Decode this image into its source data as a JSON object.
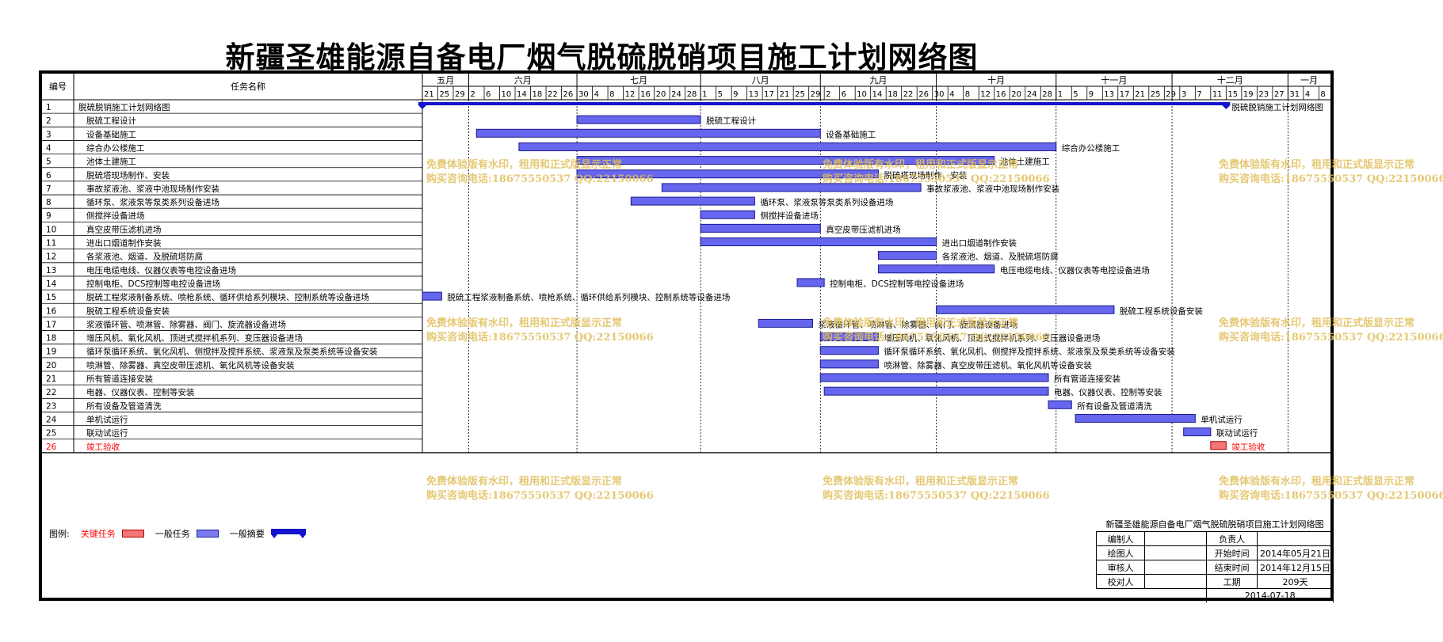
{
  "title": "新疆圣雄能源自备电厂烟气脱硫脱硝项目施工计划网络图",
  "colors": {
    "bar": "#6666ee",
    "bar_border": "#1a1a8c",
    "critical": "#f37676",
    "critical_text": "#ff0000",
    "summary": "#1414cc",
    "watermark": "#e1be5a"
  },
  "table_header": {
    "id_col": "编号",
    "name_col": "任务名称"
  },
  "chart_data": {
    "type": "gantt",
    "timeline_start": "2014-05-21",
    "timeline_end": "2015-01-11",
    "months": [
      {
        "label": "五月",
        "start": "2014-05-21"
      },
      {
        "label": "六月",
        "start": "2014-06-02"
      },
      {
        "label": "七月",
        "start": "2014-06-30"
      },
      {
        "label": "八月",
        "start": "2014-08-01"
      },
      {
        "label": "九月",
        "start": "2014-09-01"
      },
      {
        "label": "十月",
        "start": "2014-10-01"
      },
      {
        "label": "十一月",
        "start": "2014-11-01"
      },
      {
        "label": "十二月",
        "start": "2014-12-01"
      },
      {
        "label": "一月",
        "start": "2014-12-31"
      }
    ],
    "ticks": [
      {
        "label": "21",
        "date": "2014-05-21"
      },
      {
        "label": "25",
        "date": "2014-05-25"
      },
      {
        "label": "29",
        "date": "2014-05-29"
      },
      {
        "label": "2",
        "date": "2014-06-02"
      },
      {
        "label": "6",
        "date": "2014-06-06"
      },
      {
        "label": "10",
        "date": "2014-06-10"
      },
      {
        "label": "14",
        "date": "2014-06-14"
      },
      {
        "label": "18",
        "date": "2014-06-18"
      },
      {
        "label": "22",
        "date": "2014-06-22"
      },
      {
        "label": "26",
        "date": "2014-06-26"
      },
      {
        "label": "30",
        "date": "2014-06-30"
      },
      {
        "label": "4",
        "date": "2014-07-04"
      },
      {
        "label": "8",
        "date": "2014-07-08"
      },
      {
        "label": "12",
        "date": "2014-07-12"
      },
      {
        "label": "16",
        "date": "2014-07-16"
      },
      {
        "label": "20",
        "date": "2014-07-20"
      },
      {
        "label": "24",
        "date": "2014-07-24"
      },
      {
        "label": "28",
        "date": "2014-07-28"
      },
      {
        "label": "1",
        "date": "2014-08-01"
      },
      {
        "label": "5",
        "date": "2014-08-05"
      },
      {
        "label": "9",
        "date": "2014-08-09"
      },
      {
        "label": "13",
        "date": "2014-08-13"
      },
      {
        "label": "17",
        "date": "2014-08-17"
      },
      {
        "label": "21",
        "date": "2014-08-21"
      },
      {
        "label": "25",
        "date": "2014-08-25"
      },
      {
        "label": "29",
        "date": "2014-08-29"
      },
      {
        "label": "2",
        "date": "2014-09-02"
      },
      {
        "label": "6",
        "date": "2014-09-06"
      },
      {
        "label": "10",
        "date": "2014-09-10"
      },
      {
        "label": "14",
        "date": "2014-09-14"
      },
      {
        "label": "18",
        "date": "2014-09-18"
      },
      {
        "label": "22",
        "date": "2014-09-22"
      },
      {
        "label": "26",
        "date": "2014-09-26"
      },
      {
        "label": "30",
        "date": "2014-09-30"
      },
      {
        "label": "4",
        "date": "2014-10-04"
      },
      {
        "label": "8",
        "date": "2014-10-08"
      },
      {
        "label": "12",
        "date": "2014-10-12"
      },
      {
        "label": "16",
        "date": "2014-10-16"
      },
      {
        "label": "20",
        "date": "2014-10-20"
      },
      {
        "label": "24",
        "date": "2014-10-24"
      },
      {
        "label": "28",
        "date": "2014-10-28"
      },
      {
        "label": "1",
        "date": "2014-11-01"
      },
      {
        "label": "5",
        "date": "2014-11-05"
      },
      {
        "label": "9",
        "date": "2014-11-09"
      },
      {
        "label": "13",
        "date": "2014-11-13"
      },
      {
        "label": "17",
        "date": "2014-11-17"
      },
      {
        "label": "21",
        "date": "2014-11-21"
      },
      {
        "label": "25",
        "date": "2014-11-25"
      },
      {
        "label": "29",
        "date": "2014-11-29"
      },
      {
        "label": "3",
        "date": "2014-12-03"
      },
      {
        "label": "7",
        "date": "2014-12-07"
      },
      {
        "label": "11",
        "date": "2014-12-11"
      },
      {
        "label": "15",
        "date": "2014-12-15"
      },
      {
        "label": "19",
        "date": "2014-12-19"
      },
      {
        "label": "23",
        "date": "2014-12-23"
      },
      {
        "label": "27",
        "date": "2014-12-27"
      },
      {
        "label": "31",
        "date": "2014-12-31"
      },
      {
        "label": "4",
        "date": "2015-01-04"
      },
      {
        "label": "8",
        "date": "2015-01-08"
      }
    ],
    "gridlines": [
      "2014-06-02",
      "2014-06-30",
      "2014-08-01",
      "2014-09-01",
      "2014-10-01",
      "2014-11-01",
      "2014-12-01",
      "2014-12-31"
    ],
    "tasks": [
      {
        "id": "1",
        "name": "脱硫脱销施工计划网络图",
        "start": "2014-05-21",
        "end": "2014-12-15",
        "kind": "summary",
        "label": "脱硫脱销施工计划网络图"
      },
      {
        "id": "2",
        "name": "脱硫工程设计",
        "start": "2014-06-30",
        "end": "2014-08-01",
        "kind": "normal",
        "label": "脱硫工程设计"
      },
      {
        "id": "3",
        "name": "设备基础施工",
        "start": "2014-06-04",
        "end": "2014-09-01",
        "kind": "normal",
        "label": "设备基础施工"
      },
      {
        "id": "4",
        "name": "综合办公楼施工",
        "start": "2014-06-15",
        "end": "2014-11-01",
        "kind": "normal",
        "label": "综合办公楼施工"
      },
      {
        "id": "5",
        "name": "池体土建施工",
        "start": "2014-06-30",
        "end": "2014-10-16",
        "kind": "normal",
        "label": "池体土建施工"
      },
      {
        "id": "6",
        "name": "脱硫塔现场制作、安装",
        "start": "2014-06-30",
        "end": "2014-09-16",
        "kind": "normal",
        "label": "脱硫塔现场制作、安装"
      },
      {
        "id": "7",
        "name": "事故浆液池、浆液中池现场制作安装",
        "start": "2014-07-22",
        "end": "2014-09-27",
        "kind": "normal",
        "label": "事故浆液池、浆液中池现场制作安装"
      },
      {
        "id": "8",
        "name": "循环泵、浆液泵等泵类系列设备进场",
        "start": "2014-07-14",
        "end": "2014-08-15",
        "kind": "normal",
        "label": "循环泵、浆液泵等泵类系列设备进场"
      },
      {
        "id": "9",
        "name": "侧搅拌设备进场",
        "start": "2014-08-01",
        "end": "2014-08-15",
        "kind": "normal",
        "label": "侧搅拌设备进场"
      },
      {
        "id": "10",
        "name": "真空皮带压滤机进场",
        "start": "2014-08-01",
        "end": "2014-09-01",
        "kind": "normal",
        "label": "真空皮带压滤机进场"
      },
      {
        "id": "11",
        "name": "进出口烟道制作安装",
        "start": "2014-08-01",
        "end": "2014-10-01",
        "kind": "normal",
        "label": "进出口烟道制作安装"
      },
      {
        "id": "12",
        "name": "各浆液池、烟道、及脱硫塔防腐",
        "start": "2014-09-16",
        "end": "2014-10-01",
        "kind": "normal",
        "label": "各浆液池、烟道、及脱硫塔防腐"
      },
      {
        "id": "13",
        "name": "电压电缆电线、仪器仪表等电控设备进场",
        "start": "2014-09-16",
        "end": "2014-10-16",
        "kind": "normal",
        "label": "电压电缆电线、仪器仪表等电控设备进场"
      },
      {
        "id": "14",
        "name": "控制电柜、DCS控制等电控设备进场",
        "start": "2014-08-26",
        "end": "2014-09-02",
        "kind": "normal",
        "label": "控制电柜、DCS控制等电控设备进场"
      },
      {
        "id": "15",
        "name": "脱硫工程浆液制备系统、喷枪系统、循环供给系列模块、控制系统等设备进场",
        "start": "2014-05-21",
        "end": "2014-05-26",
        "kind": "normal",
        "label": "脱硫工程浆液制备系统、喷枪系统、循环供给系列模块、控制系统等设备进场"
      },
      {
        "id": "16",
        "name": "脱硫工程系统设备安装",
        "start": "2014-10-01",
        "end": "2014-11-16",
        "kind": "normal",
        "label": "脱硫工程系统设备安装"
      },
      {
        "id": "17",
        "name": "浆液循环管、喷淋管、除雾器、阀门、旋流器设备进场",
        "start": "2014-08-16",
        "end": "2014-08-30",
        "kind": "normal",
        "label": "浆液循环管、喷淋管、除雾器、阀门、旋流器设备进场"
      },
      {
        "id": "18",
        "name": "增压风机、氧化风机、顶进式搅拌机系列、变压器设备进场",
        "start": "2014-09-01",
        "end": "2014-09-16",
        "kind": "normal",
        "label": "增压风机、氧化风机、顶进式搅拌机系列、变压器设备进场"
      },
      {
        "id": "19",
        "name": "循环泵循环系统、氧化风机、侧搅拌及搅拌系统、浆液泵及泵类系统等设备安装",
        "start": "2014-09-01",
        "end": "2014-09-16",
        "kind": "normal",
        "label": "循环泵循环系统、氧化风机、侧搅拌及搅拌系统、浆液泵及泵类系统等设备安装"
      },
      {
        "id": "20",
        "name": "喷淋管、除雾器、真空皮带压滤机、氧化风机等设备安装",
        "start": "2014-09-01",
        "end": "2014-09-16",
        "kind": "normal",
        "label": "喷淋管、除雾器、真空皮带压滤机、氧化风机等设备安装"
      },
      {
        "id": "21",
        "name": "所有管道连接安装",
        "start": "2014-09-01",
        "end": "2014-10-30",
        "kind": "normal",
        "label": "所有管道连接安装"
      },
      {
        "id": "22",
        "name": "电器、仪器仪表、控制等安装",
        "start": "2014-09-02",
        "end": "2014-10-30",
        "kind": "normal",
        "label": "电器、仪器仪表、控制等安装"
      },
      {
        "id": "23",
        "name": "所有设备及管道清洗",
        "start": "2014-10-30",
        "end": "2014-11-05",
        "kind": "normal",
        "label": "所有设备及管道清洗"
      },
      {
        "id": "24",
        "name": "单机试运行",
        "start": "2014-11-06",
        "end": "2014-12-07",
        "kind": "normal",
        "label": "单机试运行"
      },
      {
        "id": "25",
        "name": "联动试运行",
        "start": "2014-12-04",
        "end": "2014-12-11",
        "kind": "normal",
        "label": "联动试运行"
      },
      {
        "id": "26",
        "name": "竣工验收",
        "start": "2014-12-11",
        "end": "2014-12-15",
        "kind": "critical",
        "label": "竣工验收"
      }
    ]
  },
  "legend": {
    "label": "图例:",
    "critical": "关键任务",
    "normal": "一般任务",
    "summary": "一般摘要"
  },
  "info_table": {
    "title": "新疆圣雄能源自备电厂烟气脱硫脱硝项目施工计划网络图",
    "rows": [
      {
        "k1": "编制人",
        "v1": "",
        "k2": "负责人",
        "v2": ""
      },
      {
        "k1": "绘图人",
        "v1": "",
        "k2": "开始时间",
        "v2": "2014年05月21日"
      },
      {
        "k1": "审核人",
        "v1": "",
        "k2": "结束时间",
        "v2": "2014年12月15日"
      },
      {
        "k1": "校对人",
        "v1": "",
        "k2": "工期",
        "v2": "209天"
      }
    ],
    "date": "2014-07-18"
  },
  "watermarks": {
    "line1": "免费体验版有水印，租用和正式版显示正常",
    "line2": "购买咨询电话:18675550537 QQ:22150066"
  }
}
